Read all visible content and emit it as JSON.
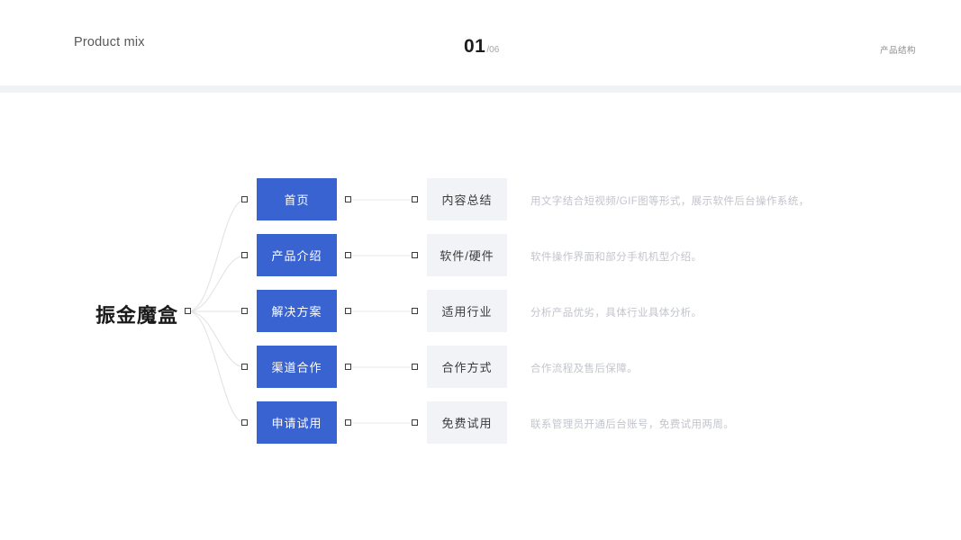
{
  "header": {
    "title": "Product mix",
    "page_current": "01",
    "page_total": "/06",
    "subject": "产品结构"
  },
  "mindmap": {
    "root": {
      "label": "振金魔盒"
    },
    "branches": [
      {
        "primary": "首页",
        "secondary": "内容总结",
        "description": "用文字结合短视频/GIF图等形式，展示软件后台操作系统，"
      },
      {
        "primary": "产品介绍",
        "secondary": "软件/硬件",
        "description": "软件操作界面和部分手机机型介绍。"
      },
      {
        "primary": "解决方案",
        "secondary": "适用行业",
        "description": "分析产品优劣，具体行业具体分析。"
      },
      {
        "primary": "渠道合作",
        "secondary": "合作方式",
        "description": "合作流程及售后保障。"
      },
      {
        "primary": "申请试用",
        "secondary": "免费试用",
        "description": "联系管理员开通后台账号，免费试用两周。"
      }
    ]
  },
  "colors": {
    "primary_blue": "#3a63d2",
    "card_gray": "#f2f3f6",
    "connector": "#e3e3e5",
    "description_text": "#c3c5cd",
    "header_rule": "#f1f2f4"
  }
}
